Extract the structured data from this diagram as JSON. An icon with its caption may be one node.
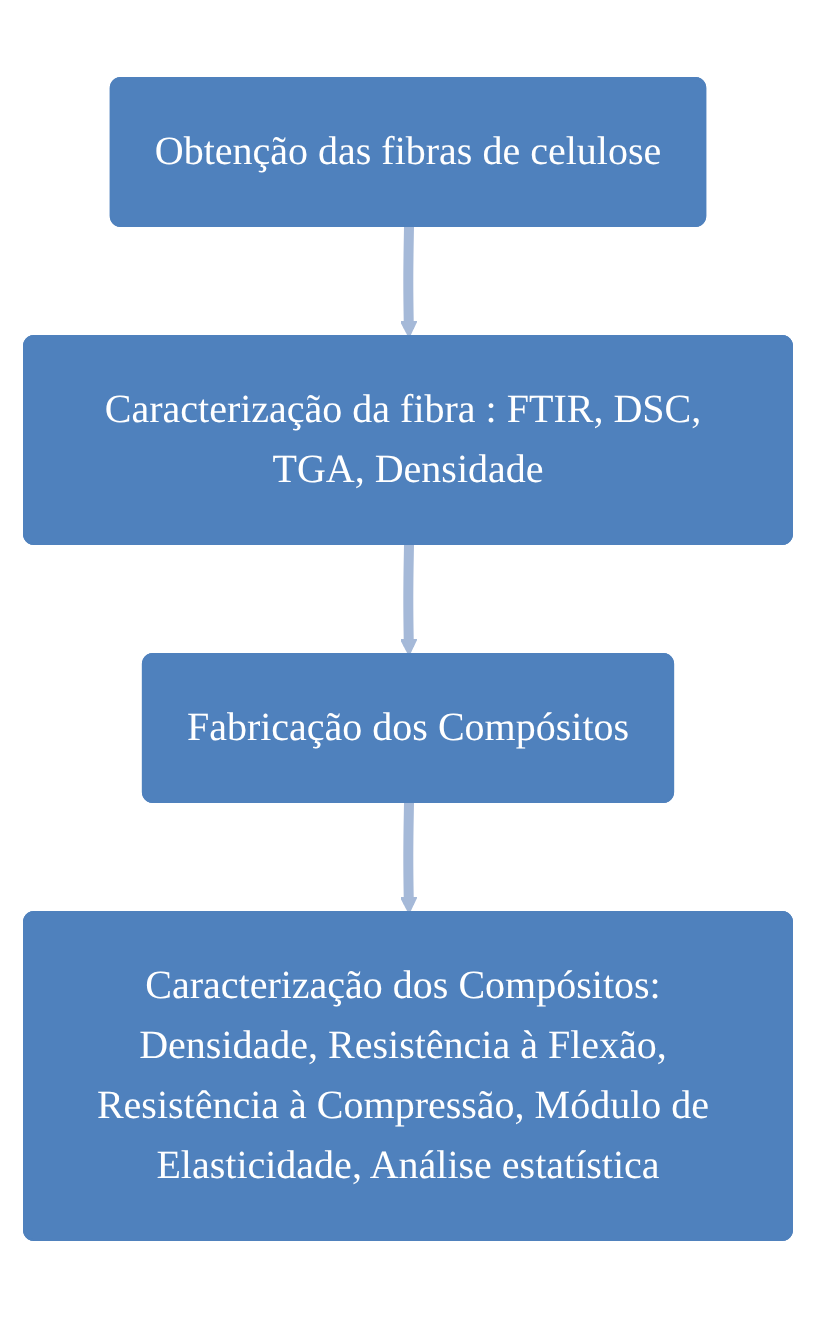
{
  "diagram": {
    "nodes": [
      {
        "text": [
          "Obtenção das fibras de celulose"
        ]
      },
      {
        "text": [
          "Caracterização da fibra : FTIR, DSC, TGA, Densidade"
        ]
      },
      {
        "text": [
          "Fabricação dos Compósitos"
        ]
      },
      {
        "text": [
          "Caracterização dos Compósitos: Densidade, Resistência à Flexão, Resistência à Compressão, Módulo de Elasticidade, Análise estatística"
        ]
      }
    ],
    "edges": [
      {
        "from": 0,
        "to": 1,
        "arrow": "to"
      },
      {
        "from": 1,
        "to": 2,
        "arrow": "to"
      },
      {
        "from": 2,
        "to": 3,
        "arrow": "to"
      }
    ]
  }
}
